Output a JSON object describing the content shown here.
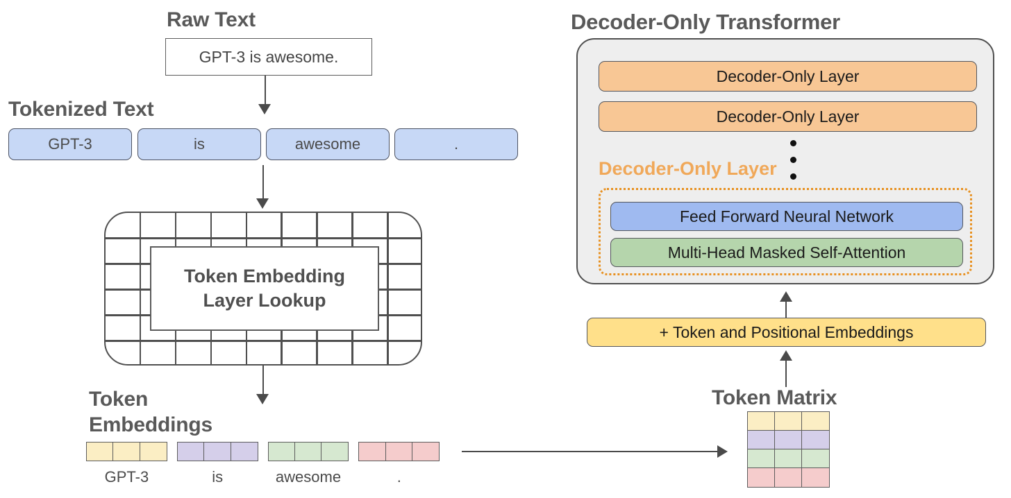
{
  "headings": {
    "raw_text": "Raw Text",
    "tokenized_text": "Tokenized Text",
    "token_embeddings": "Token\nEmbeddings",
    "token_embeddings_line1": "Token",
    "token_embeddings_line2": "Embeddings",
    "decoder_only_transformer": "Decoder-Only Transformer",
    "token_matrix": "Token Matrix"
  },
  "raw_text": {
    "value": "GPT-3 is awesome."
  },
  "tokenized_text": {
    "tokens": [
      {
        "label": "GPT-3"
      },
      {
        "label": "is"
      },
      {
        "label": "awesome"
      },
      {
        "label": "."
      }
    ]
  },
  "embedding_lookup": {
    "label_line1": "Token Embedding",
    "label_line2": "Layer Lookup",
    "grid_columns": 9,
    "grid_rows": 6
  },
  "token_embeddings": {
    "groups": [
      {
        "label": "GPT-3",
        "color": "#fbeec4",
        "cells": 3
      },
      {
        "label": "is",
        "color": "#d5cfea",
        "cells": 3
      },
      {
        "label": "awesome",
        "color": "#d6e8d0",
        "cells": 3
      },
      {
        "label": ".",
        "color": "#f5cccc",
        "cells": 3
      }
    ]
  },
  "transformer": {
    "layers": [
      {
        "label": "Decoder-Only Layer"
      },
      {
        "label": "Decoder-Only Layer"
      }
    ],
    "ellipsis_dots": 3,
    "callout_label": "Decoder-Only Layer",
    "detail_bars": [
      {
        "label": "Feed Forward Neural Network",
        "color": "#9fbaf0"
      },
      {
        "label": "Multi-Head Masked Self-Attention",
        "color": "#b5d5ac"
      }
    ]
  },
  "positional_embeddings": {
    "label": "+ Token and Positional Embeddings"
  },
  "token_matrix": {
    "rows": 4,
    "columns": 3,
    "row_colors": [
      "#fbeec4",
      "#d5cfea",
      "#d6e8d0",
      "#f5cccc"
    ]
  },
  "colors": {
    "token_chip": "#c7d8f6",
    "decoder_layer": "#f8c795",
    "ffn": "#9fbaf0",
    "mhsa": "#b5d5ac",
    "positional": "#ffe08a",
    "callout_orange": "#f0a859",
    "dotted_border": "#e8901f",
    "container_gray": "#eeeeee",
    "stroke": "#4f4f4f",
    "heading_text": "#595959"
  }
}
